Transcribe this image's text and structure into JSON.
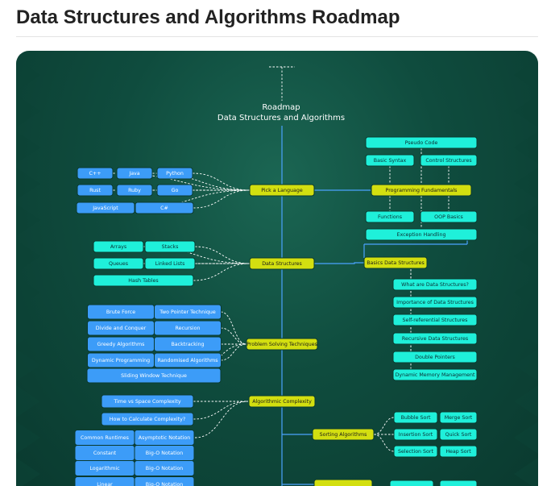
{
  "page": {
    "title": "Data Structures and Algorithms Roadmap"
  },
  "roadmap": {
    "heading_line1": "Roadmap",
    "heading_line2": "Data Structures and Algorithms",
    "colors": {
      "hub": "#d3df10",
      "topic": "#1ff0da",
      "detail": "#3c9cf8"
    }
  },
  "topics": {
    "pick_language": "Pick a Language",
    "languages": [
      "C++",
      "Java",
      "Python",
      "Rust",
      "Ruby",
      "Go",
      "JavaScript",
      "C#"
    ],
    "programming_fundamentals": "Programming Fundamentals",
    "fundamentals": [
      "Pseudo Code",
      "Basic Syntax",
      "Control Structures",
      "Functions",
      "OOP Basics",
      "Exception Handling"
    ],
    "data_structures": "Data Structures",
    "structures": [
      "Arrays",
      "Stacks",
      "Queues",
      "Linked Lists",
      "Hash Tables"
    ],
    "basic_data_structures": "Basics Data Structures",
    "basics": [
      "What are Data Structures?",
      "Importance of Data Structures",
      "Self-referential Structures",
      "Recursive Data Structures",
      "Double Pointers",
      "Dynamic Memory Management"
    ],
    "problem_solving": "Problem Solving Techniques",
    "techniques": [
      "Brute Force",
      "Two Pointer Technique",
      "Divide and Conquer",
      "Recursion",
      "Greedy Algorithms",
      "Backtracking",
      "Dynamic Programming",
      "Randomised Algorithms",
      "Sliding Window Technique"
    ],
    "algorithmic_complexity": "Algorithmic Complexity",
    "complexity": [
      "Time vs Space Complexity",
      "How to Calculate Complexity?"
    ],
    "complexity_table": [
      [
        "Common Runtimes",
        "Asymptotic Notation"
      ],
      [
        "Constant",
        "Big-O Notation"
      ],
      [
        "Logarithmic",
        "Big-O Notation"
      ],
      [
        "Linear",
        "Big-O Notation"
      ]
    ],
    "sorting_algorithms": "Sorting Algorithms",
    "sorts": [
      "Bubble Sort",
      "Merge Sort",
      "Insertion Sort",
      "Quick Sort",
      "Selection Sort",
      "Heap Sort"
    ]
  }
}
